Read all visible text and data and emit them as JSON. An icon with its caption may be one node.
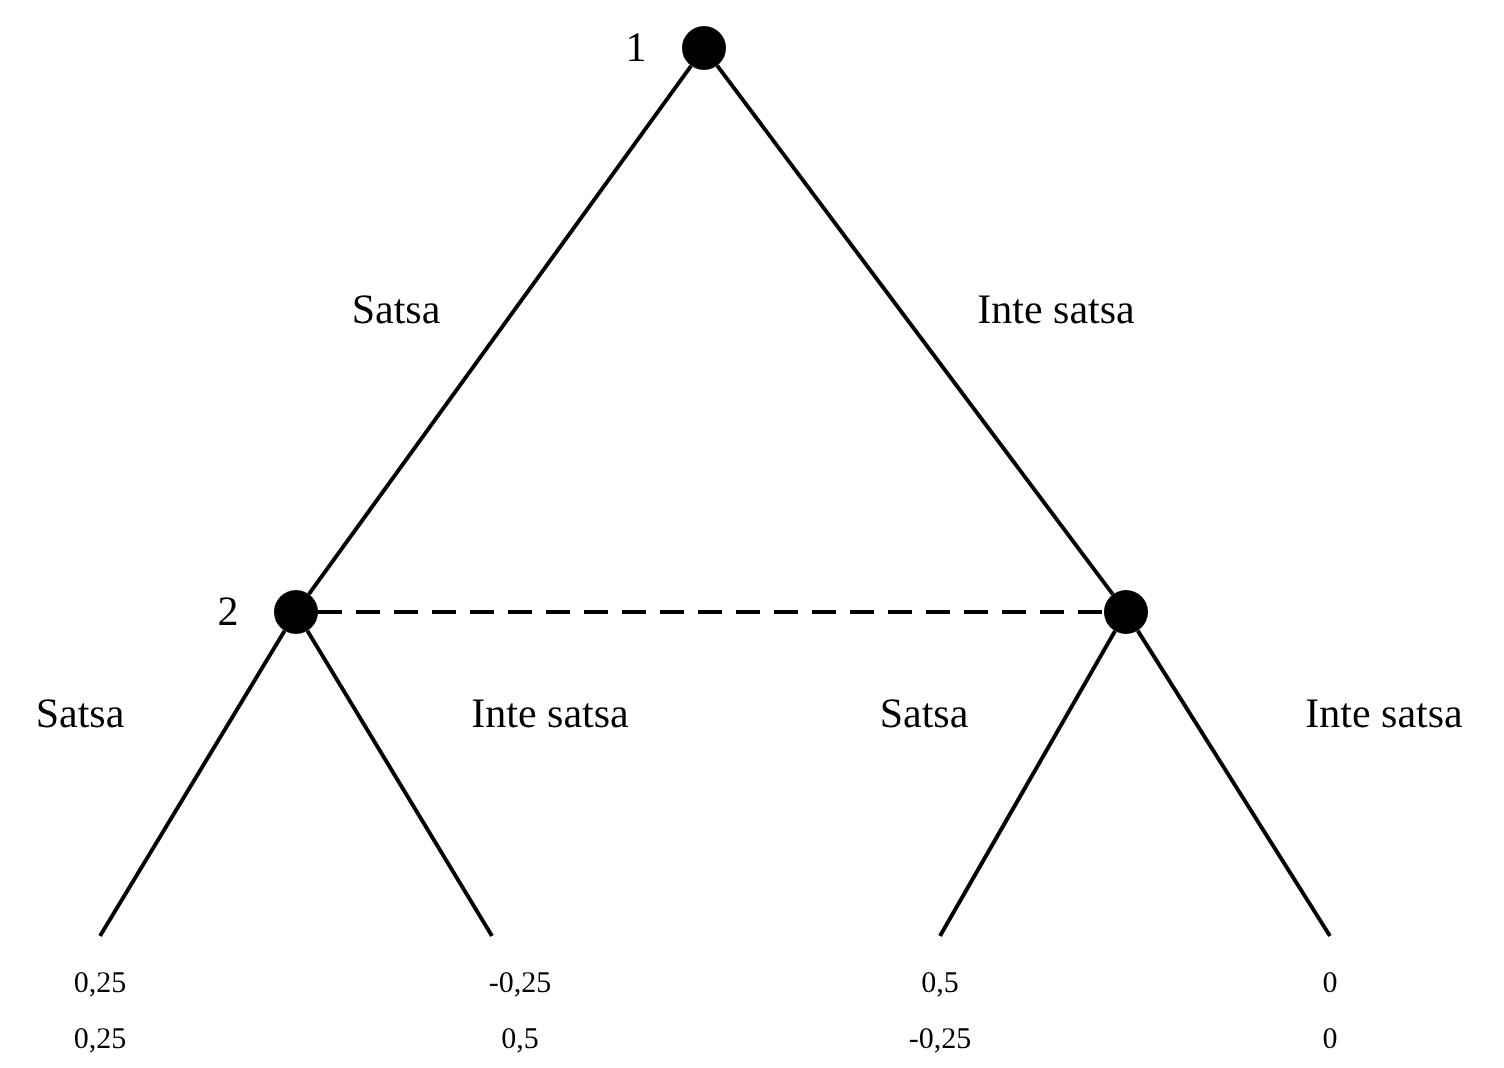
{
  "diagram": {
    "nodes": [
      {
        "text": [],
        "shape": "circle",
        "beside": [
          "1"
        ]
      },
      {
        "text": [],
        "shape": "circle",
        "beside": [
          "2"
        ]
      },
      {
        "text": [],
        "shape": "circle"
      },
      {
        "text": [
          "0,25",
          "0,25"
        ]
      },
      {
        "text": [
          "-0,25",
          "0,5"
        ]
      },
      {
        "text": [
          "0,5",
          "-0,25"
        ]
      },
      {
        "text": [
          "0",
          "0"
        ]
      }
    ],
    "edges": [
      {
        "from": 0,
        "to": 1,
        "arrow": "none",
        "label": "Satsa"
      },
      {
        "from": 0,
        "to": 2,
        "arrow": "none",
        "label": "Inte satsa"
      },
      {
        "from": 1,
        "to": 2,
        "arrow": "none",
        "style": "dashed"
      },
      {
        "from": 1,
        "to": 3,
        "arrow": "none",
        "label": "Satsa"
      },
      {
        "from": 1,
        "to": 4,
        "arrow": "none",
        "label": "Inte satsa"
      },
      {
        "from": 2,
        "to": 5,
        "arrow": "none",
        "label": "Satsa"
      },
      {
        "from": 2,
        "to": 6,
        "arrow": "none",
        "label": "Inte satsa"
      }
    ]
  }
}
